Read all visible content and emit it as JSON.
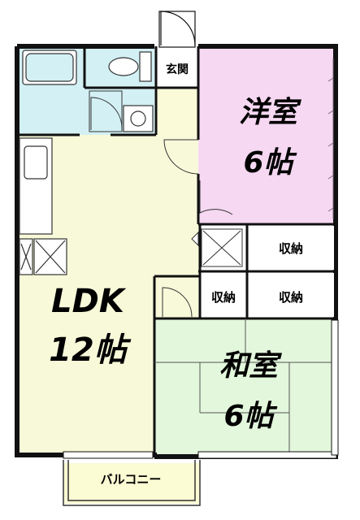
{
  "rooms": {
    "entrance": "玄関",
    "western_room": {
      "name": "洋室",
      "size": "6帖"
    },
    "ldk": {
      "name": "LDK",
      "size": "12帖"
    },
    "japanese_room": {
      "name": "和室",
      "size": "6帖"
    },
    "storage_1": "収納",
    "storage_2": "収納",
    "storage_3": "収納",
    "balcony": "バルコニー"
  },
  "colors": {
    "western_room": "#f6d8f2",
    "ldk": "#f8f9d9",
    "japanese_room": "#e2f7dc",
    "bath": "#d3f0f4",
    "balcony": "#fbfbd4",
    "storage": "#ffffff",
    "floor_hall": "#fafad8",
    "wall": "#111111"
  }
}
